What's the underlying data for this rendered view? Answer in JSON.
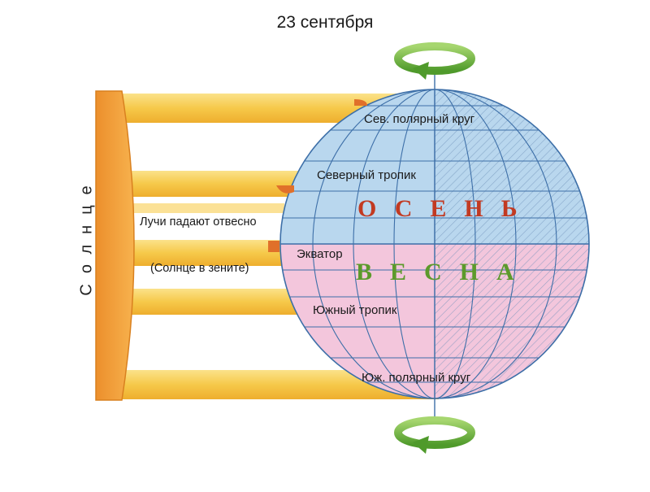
{
  "title": "23 сентября",
  "sun_label": "Солнце",
  "labels": {
    "north_polar_circle": "Сев. полярный круг",
    "tropic_of_cancer": "Северный тропик",
    "equator": "Экватор",
    "tropic_of_capricorn": "Южный тропик",
    "south_polar_circle": "Юж. полярный круг",
    "rays_vertical": "Лучи падают отвесно",
    "sun_at_zenith": "(Солнце в зените)"
  },
  "seasons": {
    "northern": "ОСЕНЬ",
    "southern": "ВЕСНА"
  },
  "colors": {
    "sun": "#f2a13c",
    "rays": "#f6c94a",
    "northern_hemisphere": "#b9d7ee",
    "southern_hemisphere": "#f3c6dc",
    "grid_lines": "#3d6fa8",
    "arrow": "#78b943",
    "autumn_text": "#c23a22",
    "spring_text": "#5c9a2c"
  },
  "icons": {
    "rotation_arrows": "curved-rotation-arrow-icon"
  }
}
